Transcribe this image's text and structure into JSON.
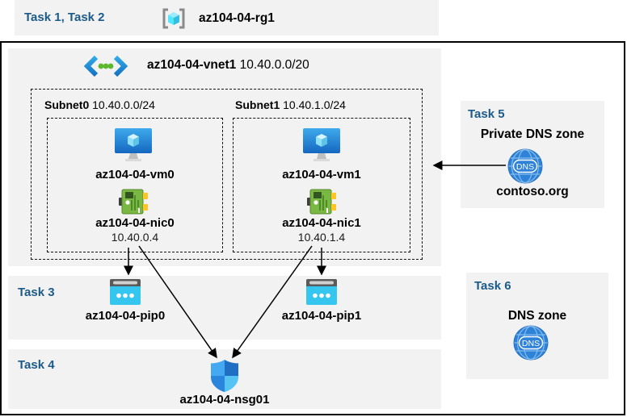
{
  "header": {
    "tasks_label": "Task 1, Task 2",
    "resource_group_name": "az104-04-rg1"
  },
  "vnet": {
    "name": "az104-04-vnet1",
    "address_space": "10.40.0.0/20",
    "subnets": [
      {
        "name": "Subnet0",
        "prefix": "10.40.0.0/24",
        "vm_name": "az104-04-vm0",
        "nic_name": "az104-04-nic0",
        "nic_ip": "10.40.0.4"
      },
      {
        "name": "Subnet1",
        "prefix": "10.40.1.0/24",
        "vm_name": "az104-04-vm1",
        "nic_name": "az104-04-nic1",
        "nic_ip": "10.40.1.4"
      }
    ]
  },
  "task3": {
    "label": "Task 3",
    "pip_names": [
      "az104-04-pip0",
      "az104-04-pip1"
    ]
  },
  "task4": {
    "label": "Task 4",
    "nsg_name": "az104-04-nsg01"
  },
  "task5": {
    "label": "Task 5",
    "title": "Private DNS zone",
    "zone_name": "contoso.org",
    "dns_icon_text": "DNS"
  },
  "task6": {
    "label": "Task 6",
    "title": "DNS zone",
    "dns_icon_text": "DNS"
  },
  "colors": {
    "task_label_blue": "#1B5A89",
    "panel_gray": "#F2F2F2",
    "vm_screen_blue": "#1E7FD0",
    "nic_board_green": "#79B943",
    "public_ip_cyan": "#35C6EF",
    "nsg_shield_blue": "#2E8DE0",
    "dns_globe_blue": "#2E82D8",
    "arrow_black": "#000000"
  }
}
